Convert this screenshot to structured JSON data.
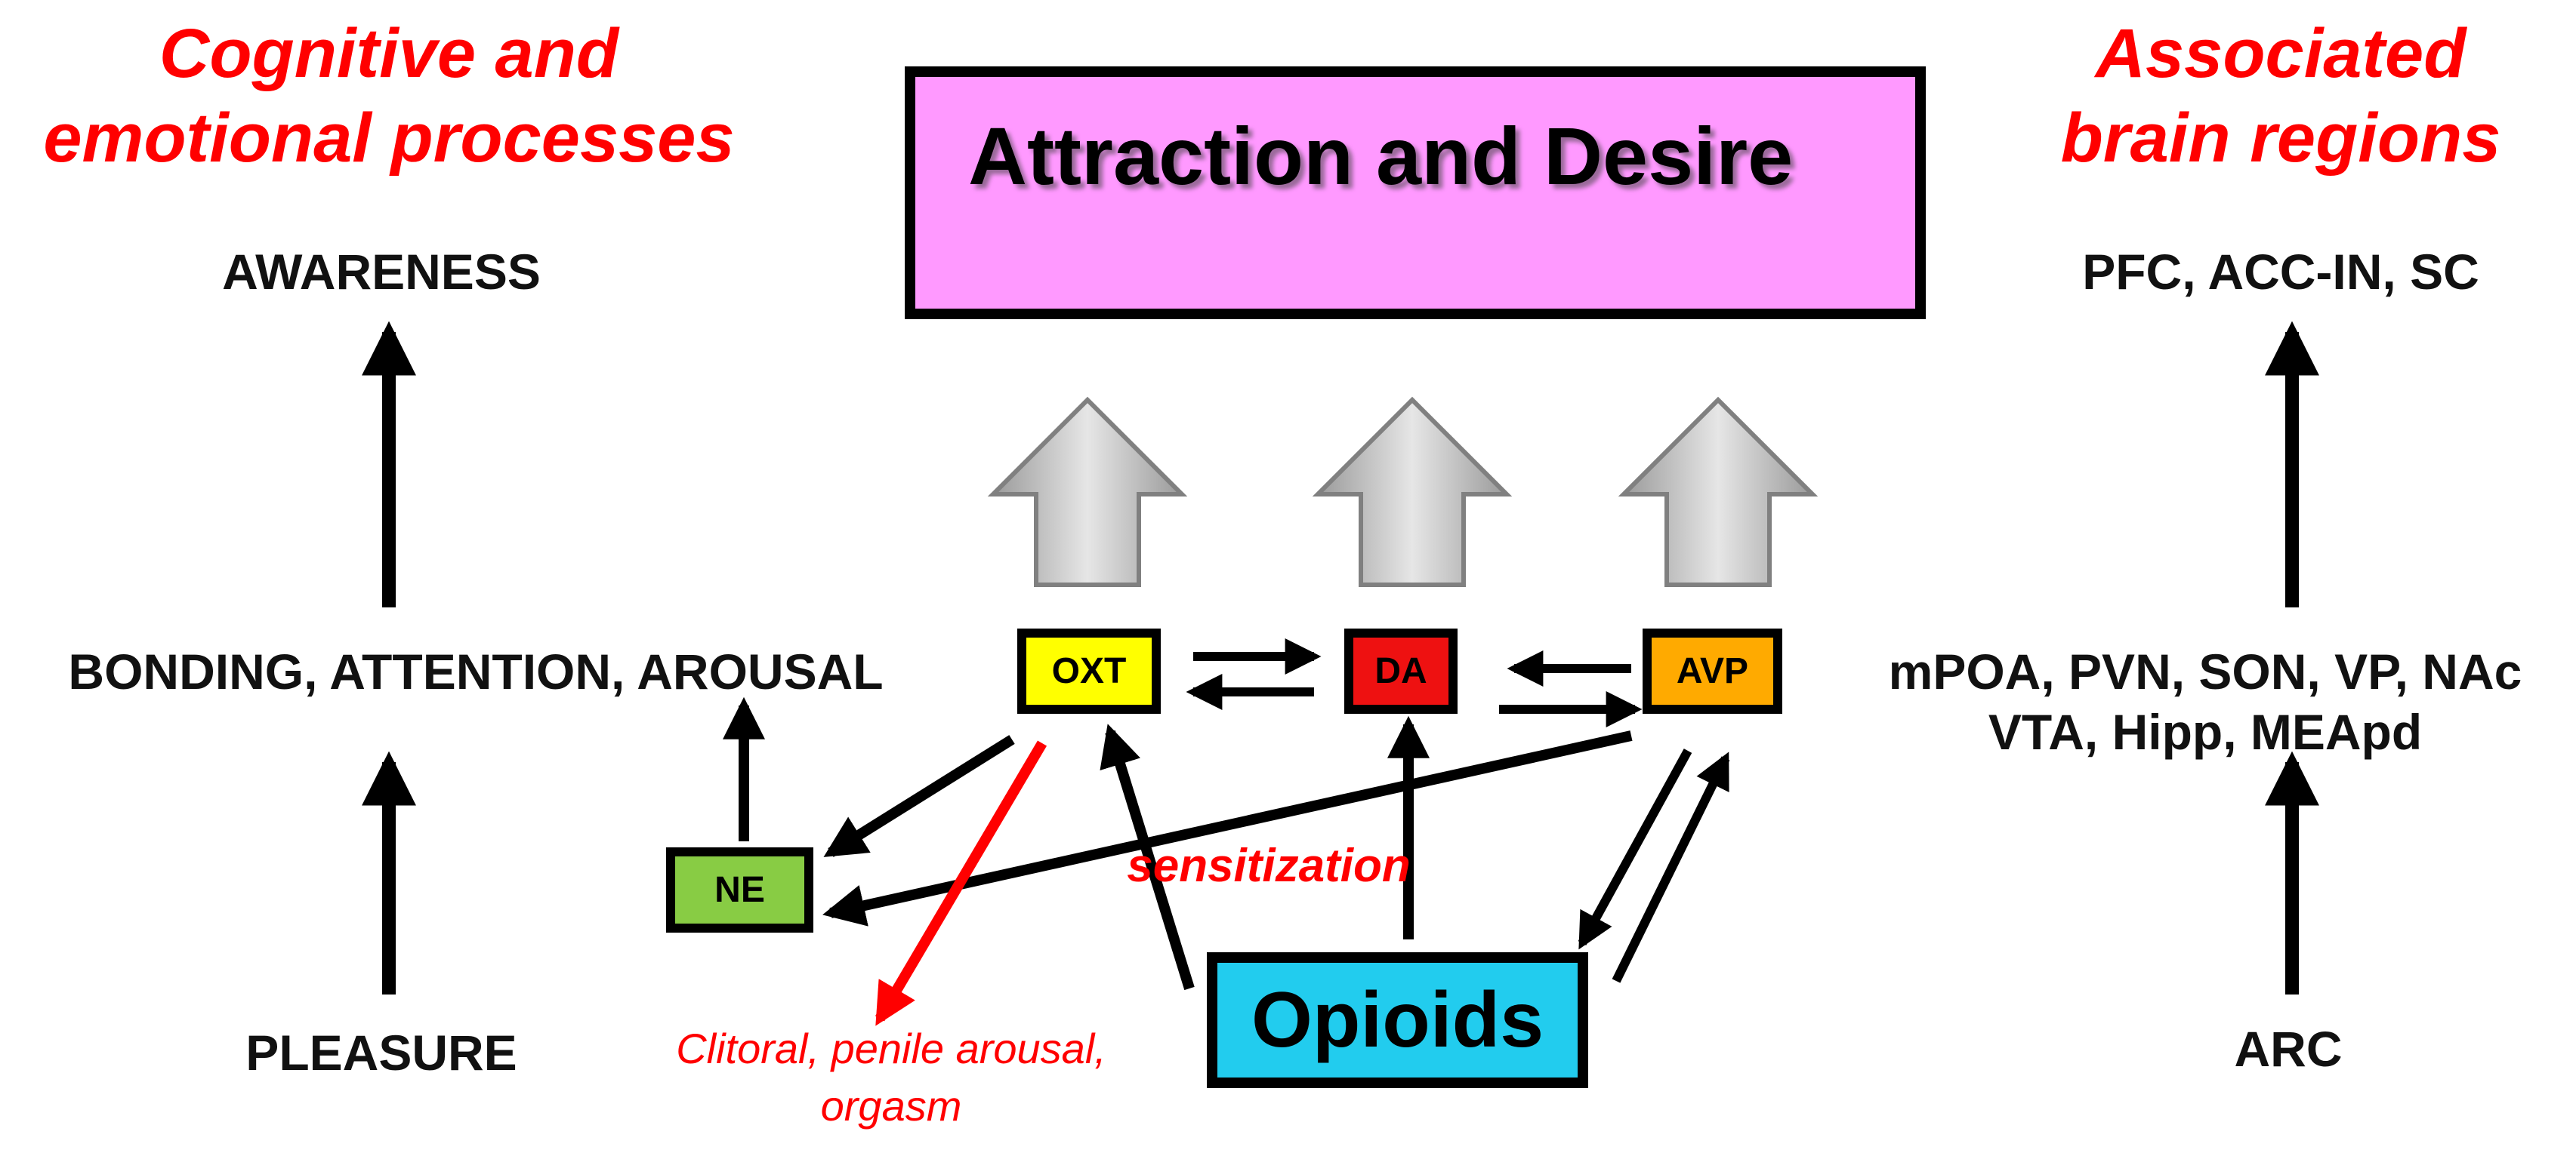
{
  "headings": {
    "left_line1": "Cognitive and",
    "left_line2": "emotional processes",
    "right_line1": "Associated",
    "right_line2": "brain regions"
  },
  "title_box": {
    "label": "Attraction and Desire",
    "color": "#ff99ff"
  },
  "left_column": {
    "top": "AWARENESS",
    "middle": "BONDING, ATTENTION, AROUSAL",
    "bottom": "PLEASURE"
  },
  "right_column": {
    "top": "PFC, ACC-IN, SC",
    "middle_line1": "mPOA, PVN, SON, VP, NAc",
    "middle_line2": "VTA, Hipp, MEApd",
    "bottom": "ARC"
  },
  "nodes": {
    "oxt": {
      "label": "OXT",
      "color": "#ffff00"
    },
    "da": {
      "label": "DA",
      "color": "#ee1111"
    },
    "avp": {
      "label": "AVP",
      "color": "#ffaa00"
    },
    "ne": {
      "label": "NE",
      "color": "#88cc44"
    },
    "opioids": {
      "label": "Opioids",
      "color": "#22ccee"
    }
  },
  "annotations": {
    "sensitization": "sensitization",
    "arousal_line1": "Clitoral, penile arousal,",
    "arousal_line2": "orgasm"
  },
  "colors": {
    "accent_red": "#ff0000",
    "arrow_gray": "#c8c8c8"
  }
}
